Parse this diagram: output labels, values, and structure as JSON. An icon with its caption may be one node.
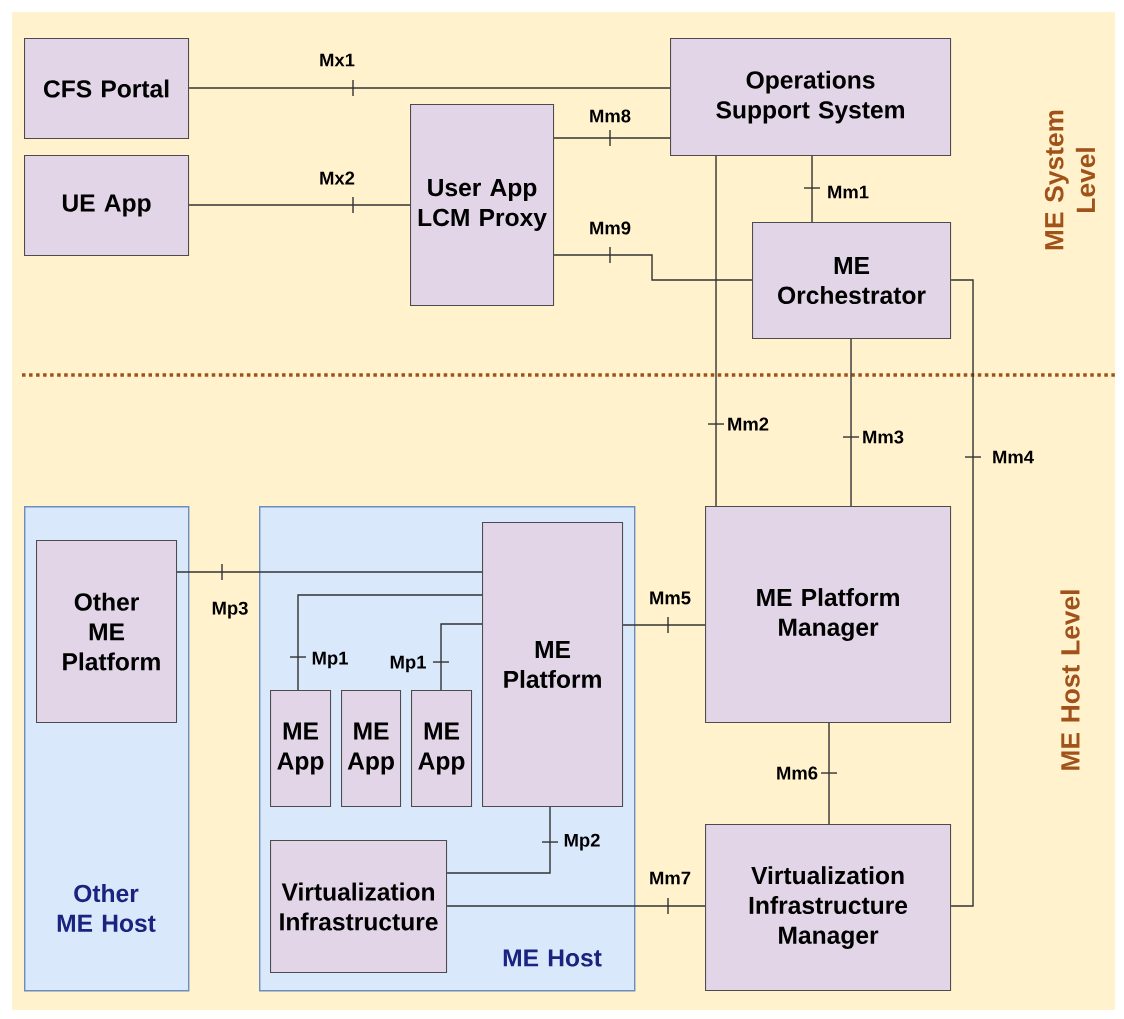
{
  "diagram": {
    "nodes": [
      {
        "text": [
          "CFS Portal"
        ]
      },
      {
        "text": [
          "UE App"
        ]
      },
      {
        "text": [
          "User App LCM Proxy"
        ]
      },
      {
        "text": [
          "Operations Support System"
        ]
      },
      {
        "text": [
          "ME Orchestrator"
        ]
      },
      {
        "text": [
          "Other ME Host"
        ]
      },
      {
        "text": [
          "Other ME Platform"
        ],
        "in": 5
      },
      {
        "text": [
          "ME Host"
        ]
      },
      {
        "text": [
          "ME Platform"
        ],
        "in": 7
      },
      {
        "text": [
          "ME App"
        ],
        "in": 7
      },
      {
        "text": [
          "ME App"
        ],
        "in": 7
      },
      {
        "text": [
          "ME App"
        ],
        "in": 7
      },
      {
        "text": [
          "Virtualization Infrastructure"
        ],
        "in": 7
      },
      {
        "text": [
          "ME Platform Manager"
        ]
      },
      {
        "text": [
          "Virtualization Infrastructure Manager"
        ]
      }
    ],
    "edges": [
      {
        "from": 0,
        "to": 3,
        "arrow": "none",
        "label": "Mx1"
      },
      {
        "from": 1,
        "to": 2,
        "arrow": "none",
        "label": "Mx2"
      },
      {
        "from": 2,
        "to": 3,
        "arrow": "none",
        "label": "Mm8"
      },
      {
        "from": 2,
        "to": 4,
        "arrow": "none",
        "label": "Mm9"
      },
      {
        "from": 3,
        "to": 4,
        "arrow": "none",
        "label": "Mm1"
      },
      {
        "from": 3,
        "to": 13,
        "arrow": "none",
        "label": "Mm2"
      },
      {
        "from": 4,
        "to": 13,
        "arrow": "none",
        "label": "Mm3"
      },
      {
        "from": 4,
        "to": 14,
        "arrow": "none",
        "label": "Mm4"
      },
      {
        "from": 8,
        "to": 13,
        "arrow": "none",
        "label": "Mm5"
      },
      {
        "from": 13,
        "to": 14,
        "arrow": "none",
        "label": "Mm6"
      },
      {
        "from": 12,
        "to": 14,
        "arrow": "none",
        "label": "Mm7"
      },
      {
        "from": 6,
        "to": 8,
        "arrow": "none",
        "label": "Mp3"
      },
      {
        "from": 9,
        "to": 8,
        "arrow": "none",
        "label": "Mp1"
      },
      {
        "from": 11,
        "to": 8,
        "arrow": "none",
        "label": "Mp1"
      },
      {
        "from": 12,
        "to": 8,
        "arrow": "none",
        "label": "Mp2"
      }
    ],
    "labels": [
      "ME System Level",
      "ME Host Level"
    ]
  }
}
